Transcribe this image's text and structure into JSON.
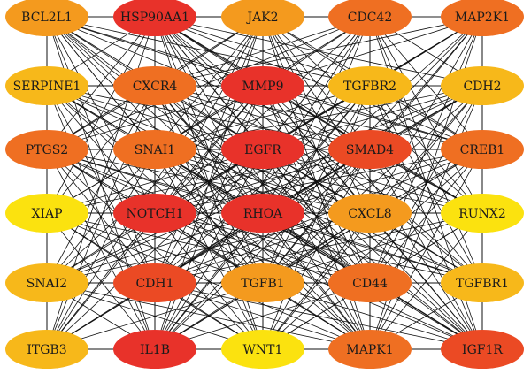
{
  "palette": {
    "red": "#e8322a",
    "red_orange": "#eb4a24",
    "orange": "#ef6f22",
    "light_orange": "#f49a1e",
    "amber": "#f7b81a",
    "yellow": "#fbe20f"
  },
  "nodes": [
    {
      "id": "BCL2L1",
      "label": "BCL2L1",
      "color": "light_orange"
    },
    {
      "id": "HSP90AA1",
      "label": "HSP90AA1",
      "color": "red"
    },
    {
      "id": "JAK2",
      "label": "JAK2",
      "color": "light_orange"
    },
    {
      "id": "CDC42",
      "label": "CDC42",
      "color": "orange"
    },
    {
      "id": "MAP2K1",
      "label": "MAP2K1",
      "color": "orange"
    },
    {
      "id": "SERPINE1",
      "label": "SERPINE1",
      "color": "amber"
    },
    {
      "id": "CXCR4",
      "label": "CXCR4",
      "color": "orange"
    },
    {
      "id": "MMP9",
      "label": "MMP9",
      "color": "red"
    },
    {
      "id": "TGFBR2",
      "label": "TGFBR2",
      "color": "amber"
    },
    {
      "id": "CDH2",
      "label": "CDH2",
      "color": "amber"
    },
    {
      "id": "PTGS2",
      "label": "PTGS2",
      "color": "orange"
    },
    {
      "id": "SNAI1",
      "label": "SNAI1",
      "color": "orange"
    },
    {
      "id": "EGFR",
      "label": "EGFR",
      "color": "red"
    },
    {
      "id": "SMAD4",
      "label": "SMAD4",
      "color": "red_orange"
    },
    {
      "id": "CREB1",
      "label": "CREB1",
      "color": "orange"
    },
    {
      "id": "XIAP",
      "label": "XIAP",
      "color": "yellow"
    },
    {
      "id": "NOTCH1",
      "label": "NOTCH1",
      "color": "red"
    },
    {
      "id": "RHOA",
      "label": "RHOA",
      "color": "red"
    },
    {
      "id": "CXCL8",
      "label": "CXCL8",
      "color": "light_orange"
    },
    {
      "id": "RUNX2",
      "label": "RUNX2",
      "color": "yellow"
    },
    {
      "id": "SNAI2",
      "label": "SNAI2",
      "color": "amber"
    },
    {
      "id": "CDH1",
      "label": "CDH1",
      "color": "red_orange"
    },
    {
      "id": "TGFB1",
      "label": "TGFB1",
      "color": "light_orange"
    },
    {
      "id": "CD44",
      "label": "CD44",
      "color": "orange"
    },
    {
      "id": "TGFBR1",
      "label": "TGFBR1",
      "color": "amber"
    },
    {
      "id": "ITGB3",
      "label": "ITGB3",
      "color": "amber"
    },
    {
      "id": "IL1B",
      "label": "IL1B",
      "color": "red"
    },
    {
      "id": "WNT1",
      "label": "WNT1",
      "color": "yellow"
    },
    {
      "id": "MAPK1",
      "label": "MAPK1",
      "color": "orange"
    },
    {
      "id": "IGF1R",
      "label": "IGF1R",
      "color": "red_orange"
    }
  ],
  "edges": [
    [
      "BCL2L1",
      "HSP90AA1"
    ],
    [
      "BCL2L1",
      "SERPINE1"
    ],
    [
      "BCL2L1",
      "CXCR4"
    ],
    [
      "BCL2L1",
      "MMP9"
    ],
    [
      "BCL2L1",
      "EGFR"
    ],
    [
      "BCL2L1",
      "SNAI1"
    ],
    [
      "BCL2L1",
      "RHOA"
    ],
    [
      "BCL2L1",
      "NOTCH1"
    ],
    [
      "BCL2L1",
      "XIAP"
    ],
    [
      "BCL2L1",
      "PTGS2"
    ],
    [
      "BCL2L1",
      "TGFB1"
    ],
    [
      "BCL2L1",
      "CDH1"
    ],
    [
      "BCL2L1",
      "JAK2"
    ],
    [
      "BCL2L1",
      "SMAD4"
    ],
    [
      "BCL2L1",
      "IL1B"
    ],
    [
      "BCL2L1",
      "MAPK1"
    ],
    [
      "BCL2L1",
      "IGF1R"
    ],
    [
      "BCL2L1",
      "CD44"
    ],
    [
      "BCL2L1",
      "TGFBR2"
    ],
    [
      "BCL2L1",
      "CREB1"
    ],
    [
      "HSP90AA1",
      "JAK2"
    ],
    [
      "HSP90AA1",
      "CDC42"
    ],
    [
      "HSP90AA1",
      "MAP2K1"
    ],
    [
      "HSP90AA1",
      "CXCR4"
    ],
    [
      "HSP90AA1",
      "MMP9"
    ],
    [
      "HSP90AA1",
      "EGFR"
    ],
    [
      "HSP90AA1",
      "TGFBR2"
    ],
    [
      "HSP90AA1",
      "SNAI1"
    ],
    [
      "HSP90AA1",
      "SMAD4"
    ],
    [
      "HSP90AA1",
      "RHOA"
    ],
    [
      "HSP90AA1",
      "NOTCH1"
    ],
    [
      "HSP90AA1",
      "CXCL8"
    ],
    [
      "HSP90AA1",
      "CDH1"
    ],
    [
      "HSP90AA1",
      "TGFB1"
    ],
    [
      "HSP90AA1",
      "CD44"
    ],
    [
      "HSP90AA1",
      "IL1B"
    ],
    [
      "HSP90AA1",
      "MAPK1"
    ],
    [
      "HSP90AA1",
      "IGF1R"
    ],
    [
      "HSP90AA1",
      "TGFBR1"
    ],
    [
      "HSP90AA1",
      "XIAP"
    ],
    [
      "HSP90AA1",
      "PTGS2"
    ],
    [
      "HSP90AA1",
      "SERPINE1"
    ],
    [
      "HSP90AA1",
      "CREB1"
    ],
    [
      "HSP90AA1",
      "CDH2"
    ],
    [
      "HSP90AA1",
      "RUNX2"
    ],
    [
      "HSP90AA1",
      "WNT1"
    ],
    [
      "HSP90AA1",
      "ITGB3"
    ],
    [
      "JAK2",
      "CDC42"
    ],
    [
      "JAK2",
      "CXCR4"
    ],
    [
      "JAK2",
      "MMP9"
    ],
    [
      "JAK2",
      "EGFR"
    ],
    [
      "JAK2",
      "TGFBR2"
    ],
    [
      "JAK2",
      "SMAD4"
    ],
    [
      "JAK2",
      "RHOA"
    ],
    [
      "JAK2",
      "CXCL8"
    ],
    [
      "JAK2",
      "NOTCH1"
    ],
    [
      "JAK2",
      "TGFB1"
    ],
    [
      "JAK2",
      "IL1B"
    ],
    [
      "JAK2",
      "MAPK1"
    ],
    [
      "JAK2",
      "IGF1R"
    ],
    [
      "JAK2",
      "CDH1"
    ],
    [
      "JAK2",
      "PTGS2"
    ],
    [
      "JAK2",
      "CREB1"
    ],
    [
      "JAK2",
      "SNAI1"
    ],
    [
      "JAK2",
      "CD44"
    ],
    [
      "JAK2",
      "ITGB3"
    ],
    [
      "JAK2",
      "RUNX2"
    ],
    [
      "CDC42",
      "MAP2K1"
    ],
    [
      "CDC42",
      "MMP9"
    ],
    [
      "CDC42",
      "TGFBR2"
    ],
    [
      "CDC42",
      "EGFR"
    ],
    [
      "CDC42",
      "SMAD4"
    ],
    [
      "CDC42",
      "RHOA"
    ],
    [
      "CDC42",
      "CXCL8"
    ],
    [
      "CDC42",
      "CDH2"
    ],
    [
      "CDC42",
      "CREB1"
    ],
    [
      "CDC42",
      "CXCR4"
    ],
    [
      "CDC42",
      "SNAI1"
    ],
    [
      "CDC42",
      "NOTCH1"
    ],
    [
      "CDC42",
      "TGFB1"
    ],
    [
      "CDC42",
      "CD44"
    ],
    [
      "CDC42",
      "MAPK1"
    ],
    [
      "CDC42",
      "IGF1R"
    ],
    [
      "CDC42",
      "TGFBR1"
    ],
    [
      "CDC42",
      "CDH1"
    ],
    [
      "CDC42",
      "IL1B"
    ],
    [
      "CDC42",
      "RUNX2"
    ],
    [
      "CDC42",
      "PTGS2"
    ],
    [
      "MAP2K1",
      "TGFBR2"
    ],
    [
      "MAP2K1",
      "CDH2"
    ],
    [
      "MAP2K1",
      "MMP9"
    ],
    [
      "MAP2K1",
      "EGFR"
    ],
    [
      "MAP2K1",
      "SMAD4"
    ],
    [
      "MAP2K1",
      "CREB1"
    ],
    [
      "MAP2K1",
      "RHOA"
    ],
    [
      "MAP2K1",
      "CXCL8"
    ],
    [
      "MAP2K1",
      "RUNX2"
    ],
    [
      "MAP2K1",
      "CD44"
    ],
    [
      "MAP2K1",
      "TGFBR1"
    ],
    [
      "MAP2K1",
      "MAPK1"
    ],
    [
      "MAP2K1",
      "IGF1R"
    ],
    [
      "MAP2K1",
      "TGFB1"
    ],
    [
      "MAP2K1",
      "CXCR4"
    ],
    [
      "MAP2K1",
      "NOTCH1"
    ],
    [
      "MAP2K1",
      "IL1B"
    ],
    [
      "SERPINE1",
      "CXCR4"
    ],
    [
      "SERPINE1",
      "MMP9"
    ],
    [
      "SERPINE1",
      "PTGS2"
    ],
    [
      "SERPINE1",
      "SNAI1"
    ],
    [
      "SERPINE1",
      "EGFR"
    ],
    [
      "SERPINE1",
      "XIAP"
    ],
    [
      "SERPINE1",
      "NOTCH1"
    ],
    [
      "SERPINE1",
      "RHOA"
    ],
    [
      "SERPINE1",
      "TGFB1"
    ],
    [
      "SERPINE1",
      "CDH1"
    ],
    [
      "SERPINE1",
      "SNAI2"
    ],
    [
      "SERPINE1",
      "SMAD4"
    ],
    [
      "SERPINE1",
      "IL1B"
    ],
    [
      "SERPINE1",
      "CD44"
    ],
    [
      "SERPINE1",
      "TGFBR2"
    ],
    [
      "SERPINE1",
      "CXCL8"
    ],
    [
      "SERPINE1",
      "MAPK1"
    ],
    [
      "SERPINE1",
      "TGFBR1"
    ],
    [
      "SERPINE1",
      "ITGB3"
    ],
    [
      "CXCR4",
      "MMP9"
    ],
    [
      "CXCR4",
      "EGFR"
    ],
    [
      "CXCR4",
      "SNAI1"
    ],
    [
      "CXCR4",
      "PTGS2"
    ],
    [
      "CXCR4",
      "NOTCH1"
    ],
    [
      "CXCR4",
      "RHOA"
    ],
    [
      "CXCR4",
      "TGFBR2"
    ],
    [
      "CXCR4",
      "SMAD4"
    ],
    [
      "CXCR4",
      "CXCL8"
    ],
    [
      "CXCR4",
      "CDH1"
    ],
    [
      "CXCR4",
      "TGFB1"
    ],
    [
      "CXCR4",
      "XIAP"
    ],
    [
      "CXCR4",
      "IL1B"
    ],
    [
      "CXCR4",
      "CD44"
    ],
    [
      "CXCR4",
      "MAPK1"
    ],
    [
      "CXCR4",
      "IGF1R"
    ],
    [
      "CXCR4",
      "CREB1"
    ],
    [
      "CXCR4",
      "RUNX2"
    ],
    [
      "CXCR4",
      "SNAI2"
    ],
    [
      "CXCR4",
      "ITGB3"
    ],
    [
      "CXCR4",
      "WNT1"
    ],
    [
      "MMP9",
      "TGFBR2"
    ],
    [
      "MMP9",
      "EGFR"
    ],
    [
      "MMP9",
      "SNAI1"
    ],
    [
      "MMP9",
      "SMAD4"
    ],
    [
      "MMP9",
      "RHOA"
    ],
    [
      "MMP9",
      "CXCL8"
    ],
    [
      "MMP9",
      "NOTCH1"
    ],
    [
      "MMP9",
      "CDH2"
    ],
    [
      "MMP9",
      "CREB1"
    ],
    [
      "MMP9",
      "PTGS2"
    ],
    [
      "MMP9",
      "TGFB1"
    ],
    [
      "MMP9",
      "CD44"
    ],
    [
      "MMP9",
      "CDH1"
    ],
    [
      "MMP9",
      "IL1B"
    ],
    [
      "MMP9",
      "MAPK1"
    ],
    [
      "MMP9",
      "IGF1R"
    ],
    [
      "MMP9",
      "TGFBR1"
    ],
    [
      "MMP9",
      "RUNX2"
    ],
    [
      "MMP9",
      "XIAP"
    ],
    [
      "MMP9",
      "SNAI2"
    ],
    [
      "MMP9",
      "ITGB3"
    ],
    [
      "MMP9",
      "WNT1"
    ],
    [
      "TGFBR2",
      "CDH2"
    ],
    [
      "TGFBR2",
      "EGFR"
    ],
    [
      "TGFBR2",
      "SMAD4"
    ],
    [
      "TGFBR2",
      "CREB1"
    ],
    [
      "TGFBR2",
      "RHOA"
    ],
    [
      "TGFBR2",
      "CXCL8"
    ],
    [
      "TGFBR2",
      "SNAI1"
    ],
    [
      "TGFBR2",
      "NOTCH1"
    ],
    [
      "TGFBR2",
      "TGFB1"
    ],
    [
      "TGFBR2",
      "CD44"
    ],
    [
      "TGFBR2",
      "TGFBR1"
    ],
    [
      "TGFBR2",
      "MAPK1"
    ],
    [
      "TGFBR2",
      "IGF1R"
    ],
    [
      "TGFBR2",
      "CDH1"
    ],
    [
      "TGFBR2",
      "RUNX2"
    ],
    [
      "TGFBR2",
      "IL1B"
    ],
    [
      "TGFBR2",
      "WNT1"
    ],
    [
      "CDH2",
      "SMAD4"
    ],
    [
      "CDH2",
      "CREB1"
    ],
    [
      "CDH2",
      "EGFR"
    ],
    [
      "CDH2",
      "CXCL8"
    ],
    [
      "CDH2",
      "RUNX2"
    ],
    [
      "CDH2",
      "RHOA"
    ],
    [
      "CDH2",
      "CD44"
    ],
    [
      "CDH2",
      "TGFBR1"
    ],
    [
      "CDH2",
      "TGFB1"
    ],
    [
      "CDH2",
      "IGF1R"
    ],
    [
      "CDH2",
      "MAPK1"
    ],
    [
      "CDH2",
      "CDH1"
    ],
    [
      "CDH2",
      "SNAI1"
    ],
    [
      "CDH2",
      "NOTCH1"
    ],
    [
      "CDH2",
      "SNAI2"
    ],
    [
      "CDH2",
      "WNT1"
    ],
    [
      "PTGS2",
      "SNAI1"
    ],
    [
      "PTGS2",
      "EGFR"
    ],
    [
      "PTGS2",
      "XIAP"
    ],
    [
      "PTGS2",
      "NOTCH1"
    ],
    [
      "PTGS2",
      "RHOA"
    ],
    [
      "PTGS2",
      "CDH1"
    ],
    [
      "PTGS2",
      "SNAI2"
    ],
    [
      "PTGS2",
      "SMAD4"
    ],
    [
      "PTGS2",
      "TGFB1"
    ],
    [
      "PTGS2",
      "CXCL8"
    ],
    [
      "PTGS2",
      "IL1B"
    ],
    [
      "PTGS2",
      "ITGB3"
    ],
    [
      "PTGS2",
      "CD44"
    ],
    [
      "PTGS2",
      "MAPK1"
    ],
    [
      "PTGS2",
      "WNT1"
    ],
    [
      "PTGS2",
      "IGF1R"
    ],
    [
      "PTGS2",
      "CREB1"
    ],
    [
      "PTGS2",
      "TGFBR1"
    ],
    [
      "SNAI1",
      "EGFR"
    ],
    [
      "SNAI1",
      "SMAD4"
    ],
    [
      "SNAI1",
      "NOTCH1"
    ],
    [
      "SNAI1",
      "RHOA"
    ],
    [
      "SNAI1",
      "XIAP"
    ],
    [
      "SNAI1",
      "CXCL8"
    ],
    [
      "SNAI1",
      "CDH1"
    ],
    [
      "SNAI1",
      "TGFB1"
    ],
    [
      "SNAI1",
      "SNAI2"
    ],
    [
      "SNAI1",
      "CD44"
    ],
    [
      "SNAI1",
      "IL1B"
    ],
    [
      "SNAI1",
      "MAPK1"
    ],
    [
      "SNAI1",
      "ITGB3"
    ],
    [
      "SNAI1",
      "WNT1"
    ],
    [
      "SNAI1",
      "CREB1"
    ],
    [
      "SNAI1",
      "IGF1R"
    ],
    [
      "SNAI1",
      "TGFBR1"
    ],
    [
      "SNAI1",
      "RUNX2"
    ],
    [
      "EGFR",
      "SMAD4"
    ],
    [
      "EGFR",
      "CREB1"
    ],
    [
      "EGFR",
      "RHOA"
    ],
    [
      "EGFR",
      "NOTCH1"
    ],
    [
      "EGFR",
      "CXCL8"
    ],
    [
      "EGFR",
      "RUNX2"
    ],
    [
      "EGFR",
      "CDH1"
    ],
    [
      "EGFR",
      "TGFB1"
    ],
    [
      "EGFR",
      "CD44"
    ],
    [
      "EGFR",
      "XIAP"
    ],
    [
      "EGFR",
      "IL1B"
    ],
    [
      "EGFR",
      "WNT1"
    ],
    [
      "EGFR",
      "MAPK1"
    ],
    [
      "EGFR",
      "IGF1R"
    ],
    [
      "EGFR",
      "TGFBR1"
    ],
    [
      "EGFR",
      "SNAI2"
    ],
    [
      "EGFR",
      "ITGB3"
    ],
    [
      "SMAD4",
      "CREB1"
    ],
    [
      "SMAD4",
      "RHOA"
    ],
    [
      "SMAD4",
      "CXCL8"
    ],
    [
      "SMAD4",
      "RUNX2"
    ],
    [
      "SMAD4",
      "NOTCH1"
    ],
    [
      "SMAD4",
      "TGFB1"
    ],
    [
      "SMAD4",
      "CD44"
    ],
    [
      "SMAD4",
      "TGFBR1"
    ],
    [
      "SMAD4",
      "CDH1"
    ],
    [
      "SMAD4",
      "MAPK1"
    ],
    [
      "SMAD4",
      "IGF1R"
    ],
    [
      "SMAD4",
      "IL1B"
    ],
    [
      "SMAD4",
      "WNT1"
    ],
    [
      "SMAD4",
      "XIAP"
    ],
    [
      "SMAD4",
      "SNAI2"
    ],
    [
      "SMAD4",
      "ITGB3"
    ],
    [
      "CREB1",
      "CXCL8"
    ],
    [
      "CREB1",
      "RUNX2"
    ],
    [
      "CREB1",
      "RHOA"
    ],
    [
      "CREB1",
      "CD44"
    ],
    [
      "CREB1",
      "TGFBR1"
    ],
    [
      "CREB1",
      "MAPK1"
    ],
    [
      "CREB1",
      "IGF1R"
    ],
    [
      "CREB1",
      "TGFB1"
    ],
    [
      "CREB1",
      "NOTCH1"
    ],
    [
      "CREB1",
      "IL1B"
    ],
    [
      "CREB1",
      "CDH1"
    ],
    [
      "CREB1",
      "WNT1"
    ],
    [
      "XIAP",
      "NOTCH1"
    ],
    [
      "XIAP",
      "RHOA"
    ],
    [
      "XIAP",
      "SNAI2"
    ],
    [
      "XIAP",
      "CDH1"
    ],
    [
      "XIAP",
      "TGFB1"
    ],
    [
      "XIAP",
      "ITGB3"
    ],
    [
      "XIAP",
      "IL1B"
    ],
    [
      "XIAP",
      "MAPK1"
    ],
    [
      "XIAP",
      "CXCL8"
    ],
    [
      "XIAP",
      "CD44"
    ],
    [
      "XIAP",
      "WNT1"
    ],
    [
      "NOTCH1",
      "RHOA"
    ],
    [
      "NOTCH1",
      "CXCL8"
    ],
    [
      "NOTCH1",
      "CDH1"
    ],
    [
      "NOTCH1",
      "SNAI2"
    ],
    [
      "NOTCH1",
      "TGFB1"
    ],
    [
      "NOTCH1",
      "CD44"
    ],
    [
      "NOTCH1",
      "IL1B"
    ],
    [
      "NOTCH1",
      "ITGB3"
    ],
    [
      "NOTCH1",
      "WNT1"
    ],
    [
      "NOTCH1",
      "MAPK1"
    ],
    [
      "NOTCH1",
      "IGF1R"
    ],
    [
      "NOTCH1",
      "RUNX2"
    ],
    [
      "NOTCH1",
      "TGFBR1"
    ],
    [
      "RHOA",
      "CXCL8"
    ],
    [
      "RHOA",
      "RUNX2"
    ],
    [
      "RHOA",
      "CDH1"
    ],
    [
      "RHOA",
      "TGFB1"
    ],
    [
      "RHOA",
      "CD44"
    ],
    [
      "RHOA",
      "TGFBR1"
    ],
    [
      "RHOA",
      "SNAI2"
    ],
    [
      "RHOA",
      "IL1B"
    ],
    [
      "RHOA",
      "WNT1"
    ],
    [
      "RHOA",
      "MAPK1"
    ],
    [
      "RHOA",
      "IGF1R"
    ],
    [
      "RHOA",
      "ITGB3"
    ],
    [
      "CXCL8",
      "RUNX2"
    ],
    [
      "CXCL8",
      "TGFB1"
    ],
    [
      "CXCL8",
      "CD44"
    ],
    [
      "CXCL8",
      "TGFBR1"
    ],
    [
      "CXCL8",
      "CDH1"
    ],
    [
      "CXCL8",
      "MAPK1"
    ],
    [
      "CXCL8",
      "IGF1R"
    ],
    [
      "CXCL8",
      "IL1B"
    ],
    [
      "CXCL8",
      "WNT1"
    ],
    [
      "CXCL8",
      "SNAI2"
    ],
    [
      "RUNX2",
      "CD44"
    ],
    [
      "RUNX2",
      "TGFBR1"
    ],
    [
      "RUNX2",
      "IGF1R"
    ],
    [
      "RUNX2",
      "MAPK1"
    ],
    [
      "RUNX2",
      "TGFB1"
    ],
    [
      "RUNX2",
      "WNT1"
    ],
    [
      "RUNX2",
      "CDH1"
    ],
    [
      "SNAI2",
      "CDH1"
    ],
    [
      "SNAI2",
      "TGFB1"
    ],
    [
      "SNAI2",
      "ITGB3"
    ],
    [
      "SNAI2",
      "IL1B"
    ],
    [
      "SNAI2",
      "WNT1"
    ],
    [
      "SNAI2",
      "CD44"
    ],
    [
      "SNAI2",
      "MAPK1"
    ],
    [
      "CDH1",
      "TGFB1"
    ],
    [
      "CDH1",
      "CD44"
    ],
    [
      "CDH1",
      "IL1B"
    ],
    [
      "CDH1",
      "ITGB3"
    ],
    [
      "CDH1",
      "WNT1"
    ],
    [
      "CDH1",
      "MAPK1"
    ],
    [
      "CDH1",
      "IGF1R"
    ],
    [
      "CDH1",
      "TGFBR1"
    ],
    [
      "TGFB1",
      "CD44"
    ],
    [
      "TGFB1",
      "TGFBR1"
    ],
    [
      "TGFB1",
      "WNT1"
    ],
    [
      "TGFB1",
      "IL1B"
    ],
    [
      "TGFB1",
      "MAPK1"
    ],
    [
      "TGFB1",
      "IGF1R"
    ],
    [
      "TGFB1",
      "ITGB3"
    ],
    [
      "CD44",
      "TGFBR1"
    ],
    [
      "CD44",
      "MAPK1"
    ],
    [
      "CD44",
      "IGF1R"
    ],
    [
      "CD44",
      "WNT1"
    ],
    [
      "CD44",
      "IL1B"
    ],
    [
      "TGFBR1",
      "IGF1R"
    ],
    [
      "TGFBR1",
      "MAPK1"
    ],
    [
      "ITGB3",
      "IL1B"
    ],
    [
      "ITGB3",
      "WNT1"
    ],
    [
      "ITGB3",
      "MAPK1"
    ],
    [
      "IL1B",
      "WNT1"
    ],
    [
      "IL1B",
      "MAPK1"
    ],
    [
      "IL1B",
      "IGF1R"
    ],
    [
      "WNT1",
      "MAPK1"
    ],
    [
      "WNT1",
      "IGF1R"
    ],
    [
      "MAPK1",
      "IGF1R"
    ]
  ]
}
